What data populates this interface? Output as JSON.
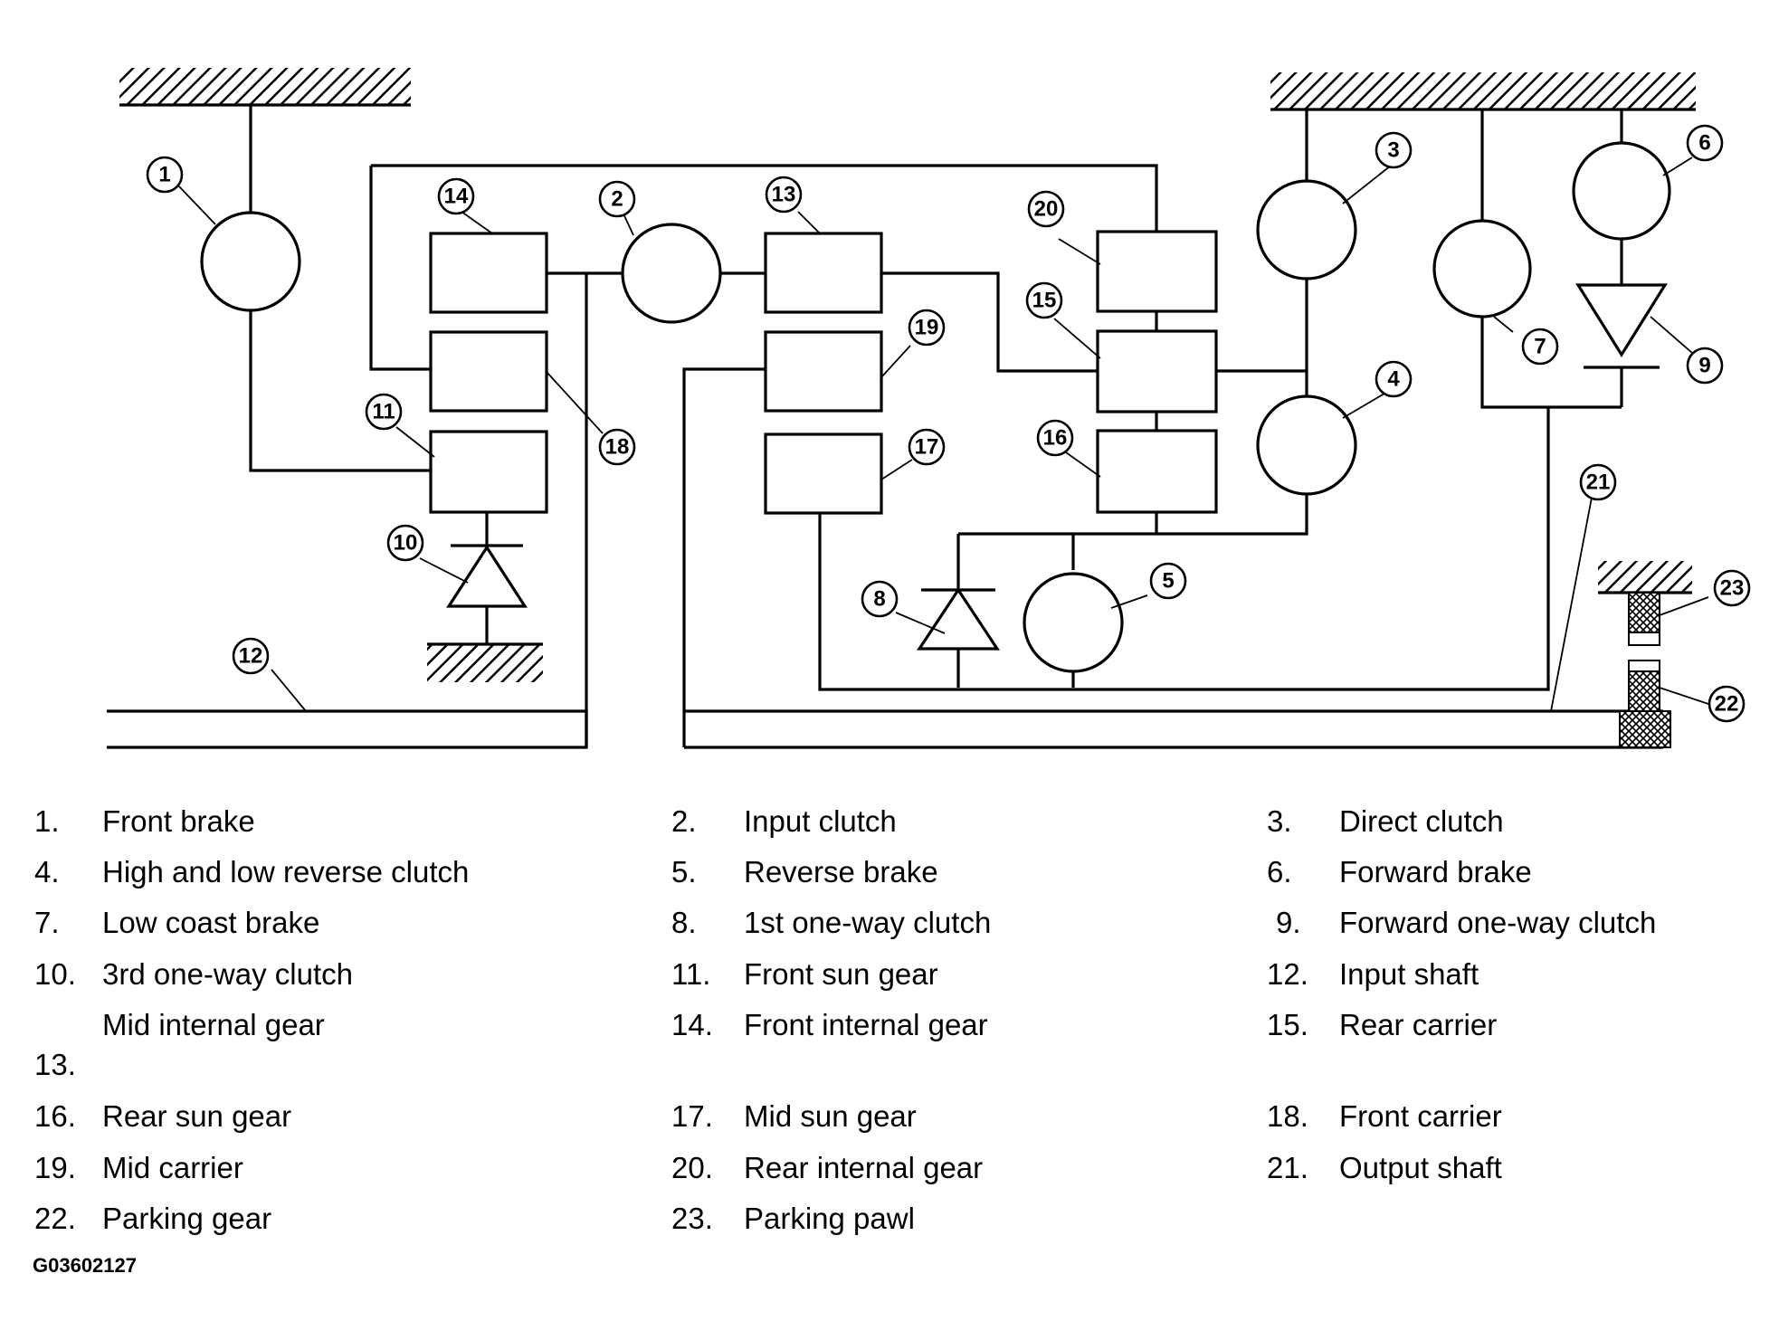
{
  "diagram": {
    "title": "",
    "callouts": [
      "1",
      "2",
      "3",
      "4",
      "5",
      "6",
      "7",
      "8",
      "9",
      "10",
      "11",
      "12",
      "13",
      "14",
      "15",
      "16",
      "17",
      "18",
      "19",
      "20",
      "21",
      "22",
      "23"
    ]
  },
  "legend": [
    {
      "num": "1.",
      "label": "Front brake"
    },
    {
      "num": "2.",
      "label": "Input clutch"
    },
    {
      "num": "3.",
      "label": "Direct clutch"
    },
    {
      "num": "4.",
      "label": "High and low reverse clutch"
    },
    {
      "num": "5.",
      "label": "Reverse brake"
    },
    {
      "num": "6.",
      "label": "Forward brake"
    },
    {
      "num": "7.",
      "label": "Low coast brake"
    },
    {
      "num": "8.",
      "label": "1st one-way clutch"
    },
    {
      "num": "9.",
      "label": "Forward one-way clutch"
    },
    {
      "num": "10.",
      "label": "3rd one-way clutch"
    },
    {
      "num": "11.",
      "label": "Front sun gear"
    },
    {
      "num": "12.",
      "label": "Input shaft"
    },
    {
      "num": "13.",
      "label": "Mid internal gear"
    },
    {
      "num": "14.",
      "label": "Front internal gear"
    },
    {
      "num": "15.",
      "label": "Rear carrier"
    },
    {
      "num": "16.",
      "label": "Rear sun gear"
    },
    {
      "num": "17.",
      "label": "Mid sun gear"
    },
    {
      "num": "18.",
      "label": "Front carrier"
    },
    {
      "num": "19.",
      "label": "Mid carrier"
    },
    {
      "num": "20.",
      "label": "Rear internal gear"
    },
    {
      "num": "21.",
      "label": "Output shaft"
    },
    {
      "num": "22.",
      "label": "Parking gear"
    },
    {
      "num": "23.",
      "label": "Parking pawl"
    }
  ],
  "figure_id": "G03602127"
}
